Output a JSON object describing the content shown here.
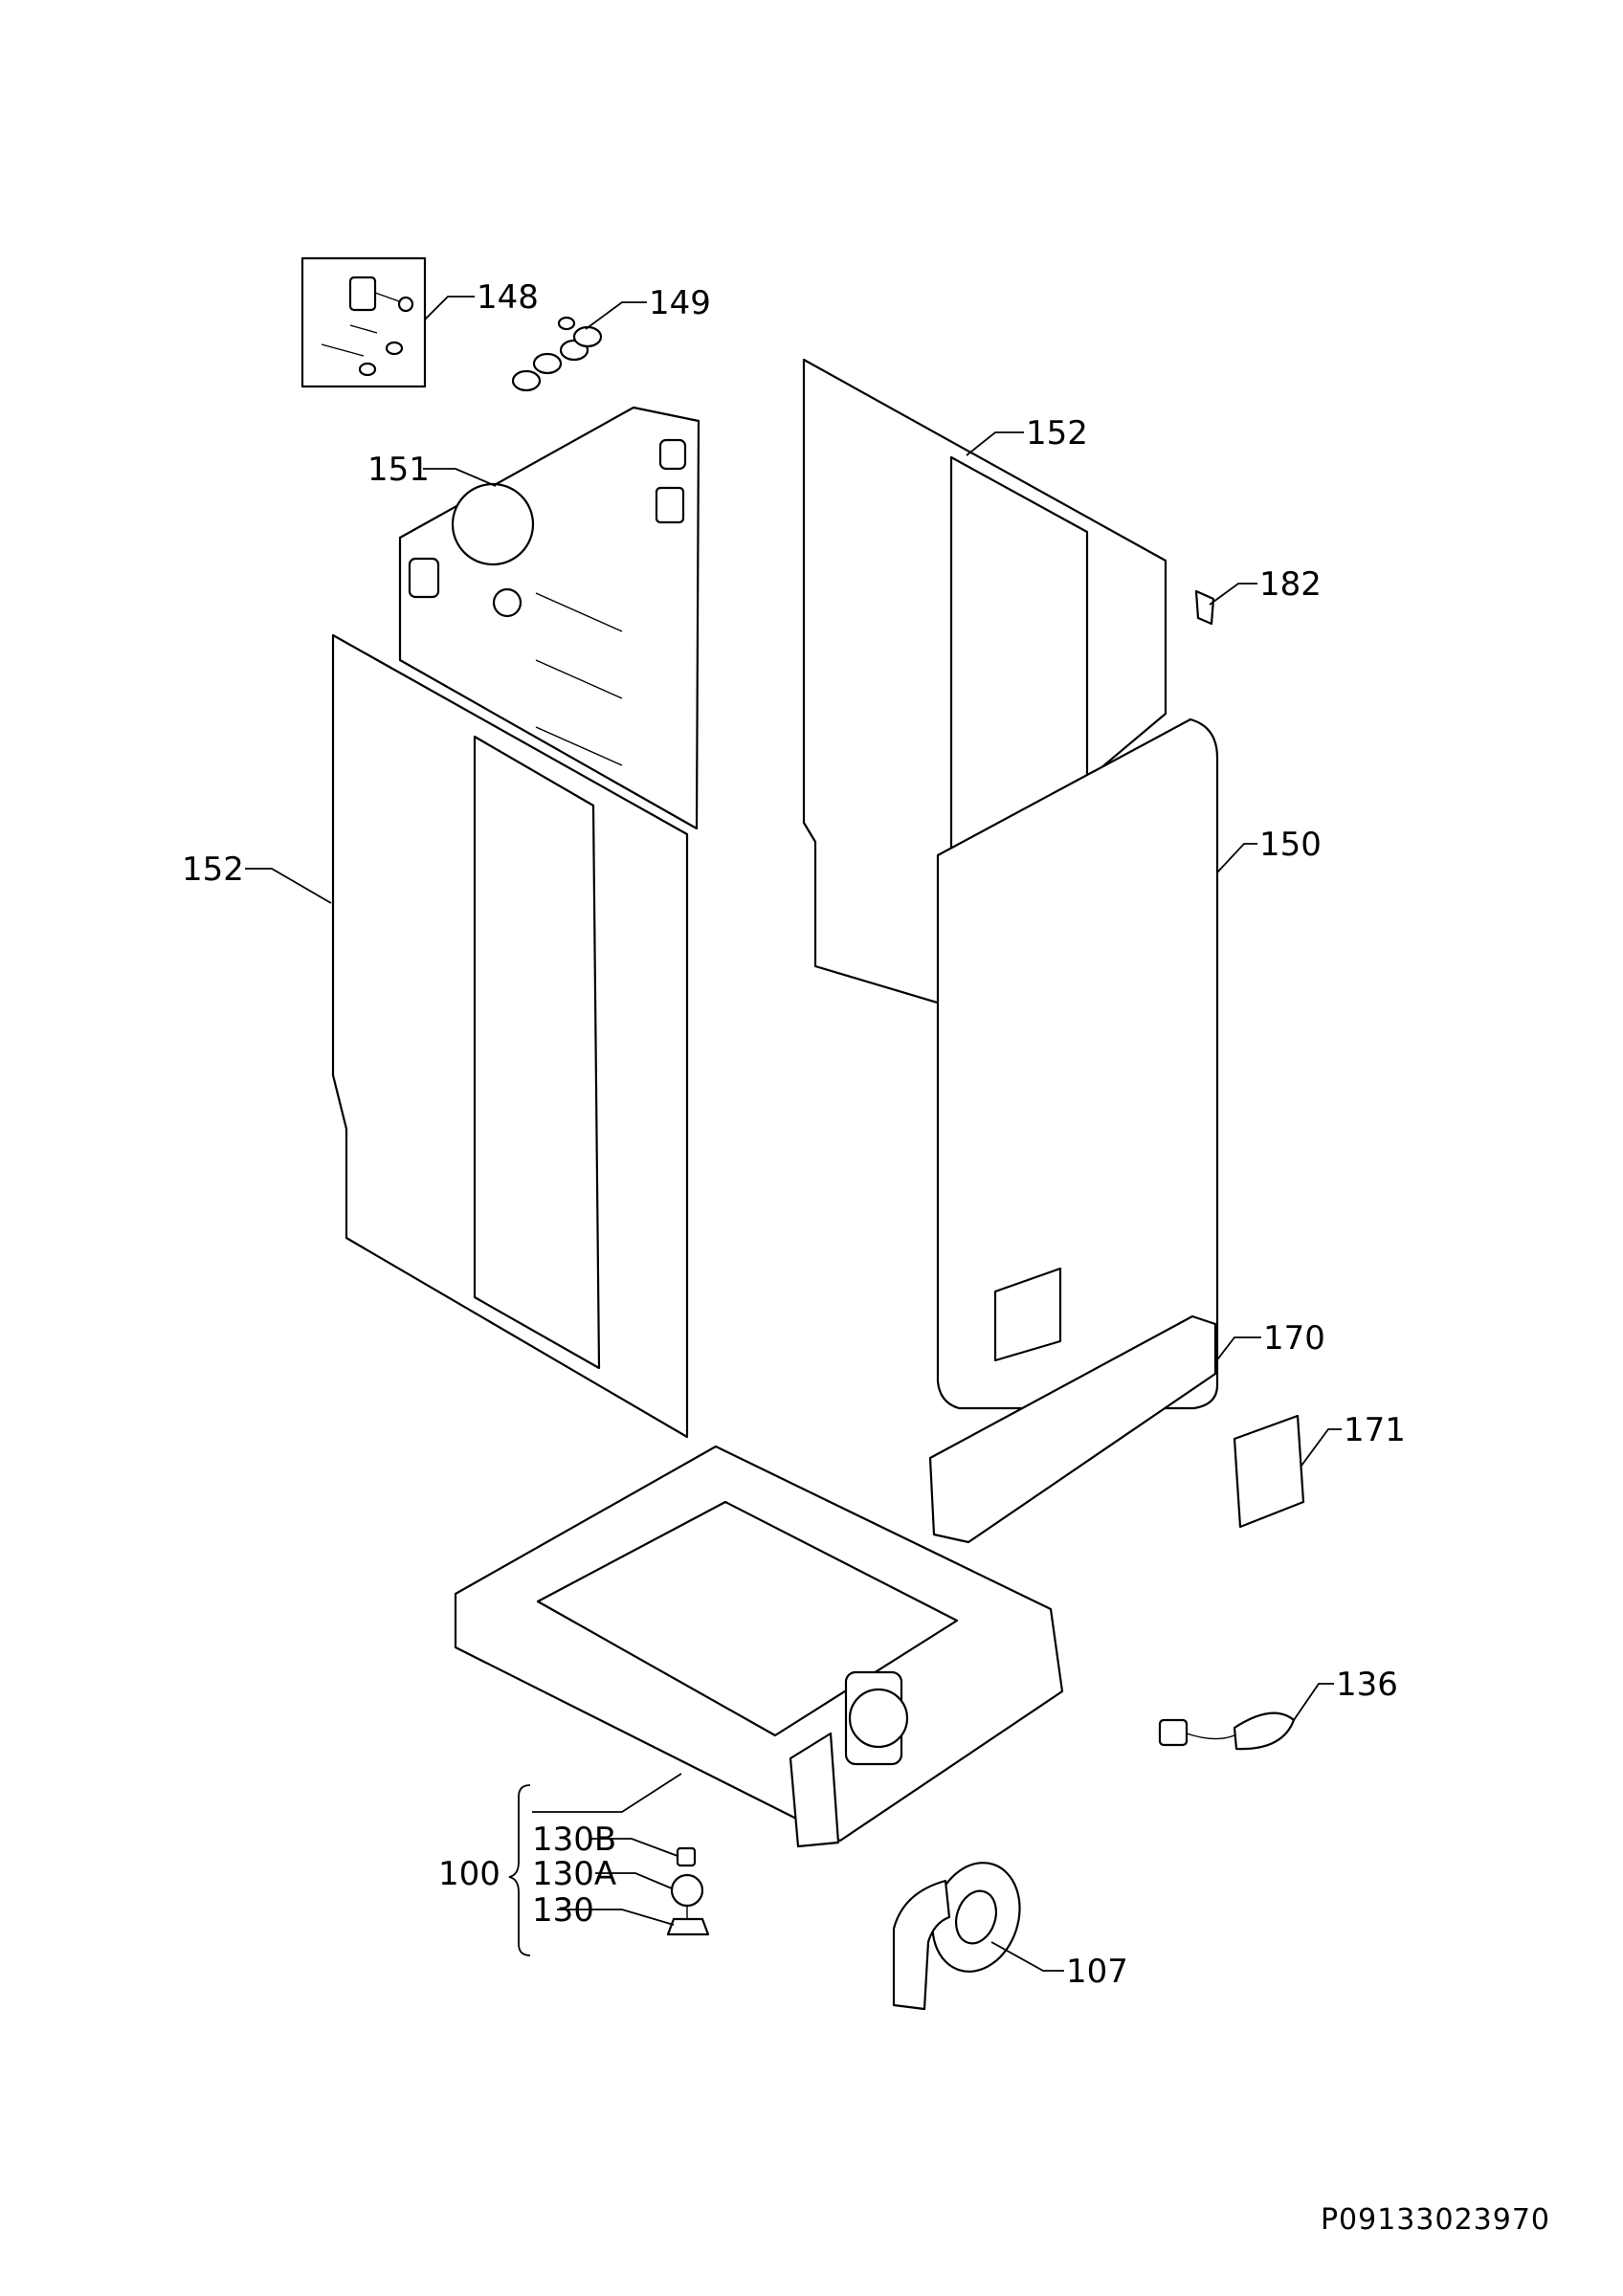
{
  "callouts": {
    "c148": "148",
    "c149": "149",
    "c151": "151",
    "c152_top": "152",
    "c182": "182",
    "c152_left": "152",
    "c150": "150",
    "c170": "170",
    "c171": "171",
    "c136": "136",
    "c100": "100",
    "c130b": "130B",
    "c130a": "130A",
    "c130": "130",
    "c107": "107"
  },
  "document_number": "P09133023970"
}
